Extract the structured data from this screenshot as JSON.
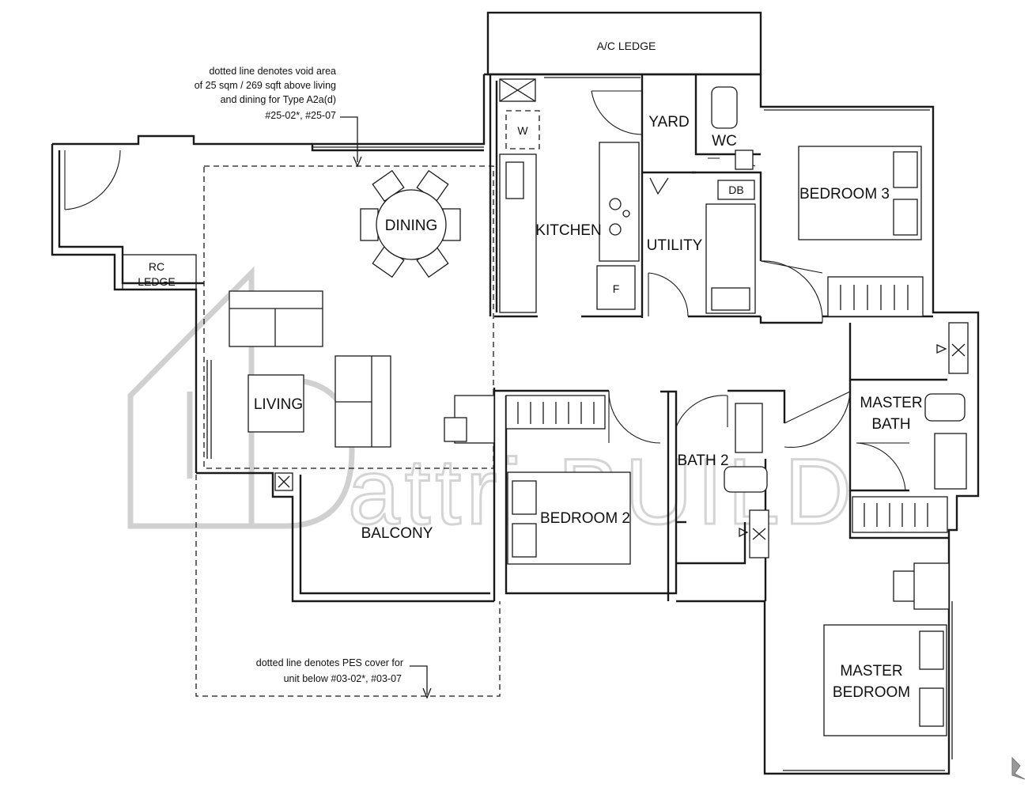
{
  "rooms": {
    "ac_ledge": "A/C LEDGE",
    "yard": "YARD",
    "wc": "WC",
    "bedroom3": "BEDROOM 3",
    "db": "DB",
    "dining": "DINING",
    "kitchen": "KITCHEN",
    "utility": "UTILITY",
    "rc_ledge_1": "RC",
    "rc_ledge_2": "LEDGE",
    "living": "LIVING",
    "master_bath_1": "MASTER",
    "master_bath_2": "BATH",
    "bath2": "BATH 2",
    "bedroom2": "BEDROOM 2",
    "balcony": "BALCONY",
    "master_bedroom_1": "MASTER",
    "master_bedroom_2": "BEDROOM",
    "washer": "W",
    "fridge": "F"
  },
  "notes": {
    "void_line1": "dotted line denotes void area",
    "void_line2": "of 25 sqm / 269 sqft above living",
    "void_line3": "and dining for Type A2a(d)",
    "void_line4": "#25-02*, #25-07",
    "pes_line1": "dotted line denotes PES cover for",
    "pes_line2": "unit below #03-02*, #03-07"
  },
  "watermark": "attri BUILD"
}
